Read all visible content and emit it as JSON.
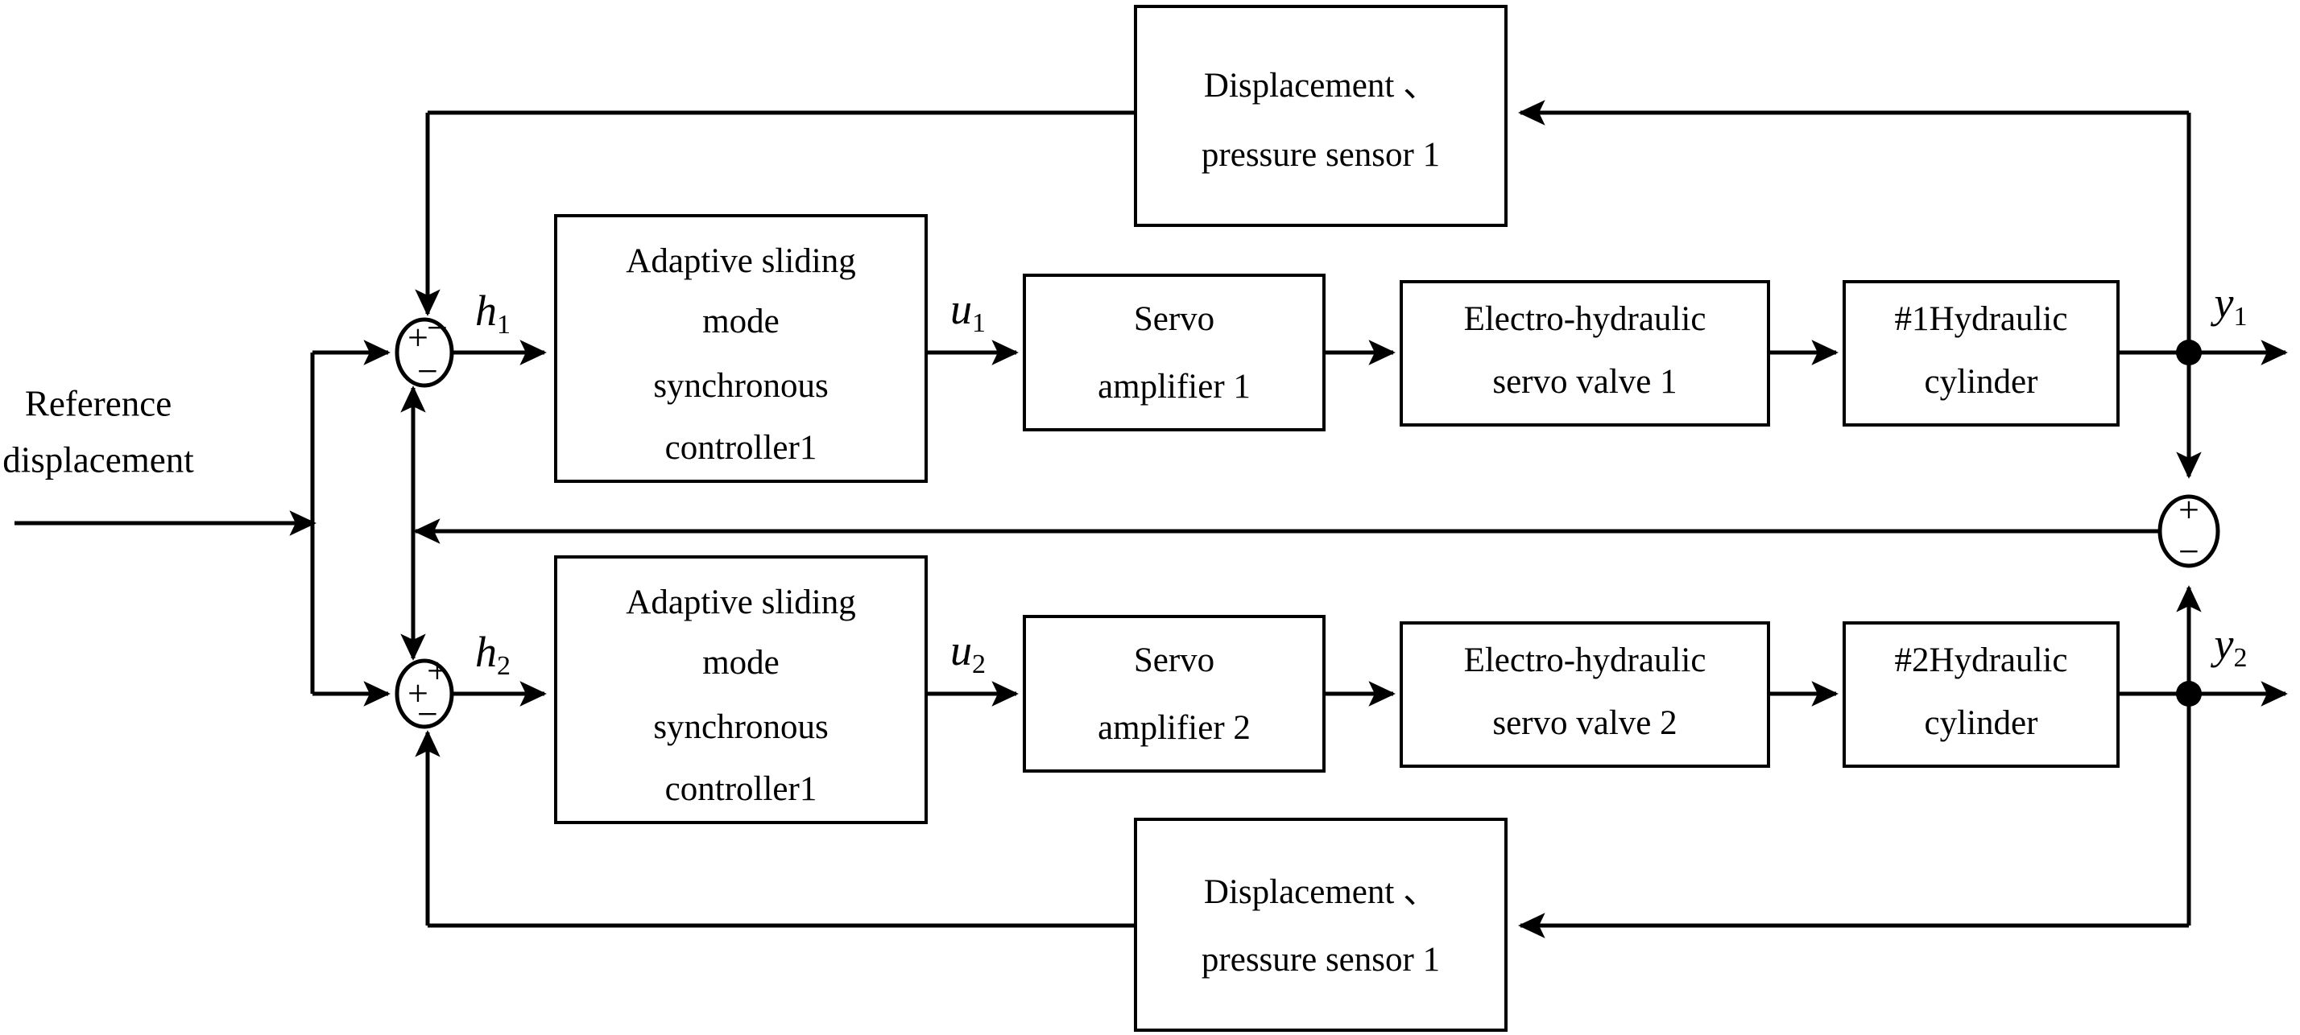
{
  "diagram": {
    "title": "Dual-channel adaptive sliding mode synchronous control block diagram",
    "type": "control-block-diagram",
    "background_color": "#ffffff",
    "line_color": "#000000",
    "input": {
      "label_line1": "Reference",
      "label_line2": "displacement"
    },
    "channels": [
      {
        "id": "channel-1",
        "sum_output_label": "h",
        "sum_output_sub": "1",
        "controller_label_line1": "Adaptive sliding",
        "controller_label_line2": "mode",
        "controller_label_line3": "synchronous",
        "controller_label_line4": "controller1",
        "control_signal_label": "u",
        "control_signal_sub": "1",
        "amplifier_label_line1": "Servo",
        "amplifier_label_line2": "amplifier 1",
        "valve_label_line1": "Electro-hydraulic",
        "valve_label_line2": "servo valve 1",
        "cylinder_label_line1": "#1Hydraulic",
        "cylinder_label_line2": "cylinder",
        "output_label": "y",
        "output_sub": "1",
        "sensor_label_line1": "Displacement 、",
        "sensor_label_line2": "pressure sensor 1",
        "sum_signs": {
          "left": "+",
          "top": "−",
          "bottom": "−"
        }
      },
      {
        "id": "channel-2",
        "sum_output_label": "h",
        "sum_output_sub": "2",
        "controller_label_line1": "Adaptive sliding",
        "controller_label_line2": "mode",
        "controller_label_line3": "synchronous",
        "controller_label_line4": "controller1",
        "control_signal_label": "u",
        "control_signal_sub": "2",
        "amplifier_label_line1": "Servo",
        "amplifier_label_line2": "amplifier 2",
        "valve_label_line1": "Electro-hydraulic",
        "valve_label_line2": "servo valve 2",
        "cylinder_label_line1": "#2Hydraulic",
        "cylinder_label_line2": "cylinder",
        "output_label": "y",
        "output_sub": "2",
        "sensor_label_line1": "Displacement 、",
        "sensor_label_line2": "pressure sensor 1",
        "sum_signs": {
          "left": "+",
          "top": "+",
          "bottom": "−"
        }
      }
    ],
    "sync_error_junction": {
      "id": "sync-error-sum",
      "sign_top": "+",
      "sign_bottom": "−"
    }
  }
}
